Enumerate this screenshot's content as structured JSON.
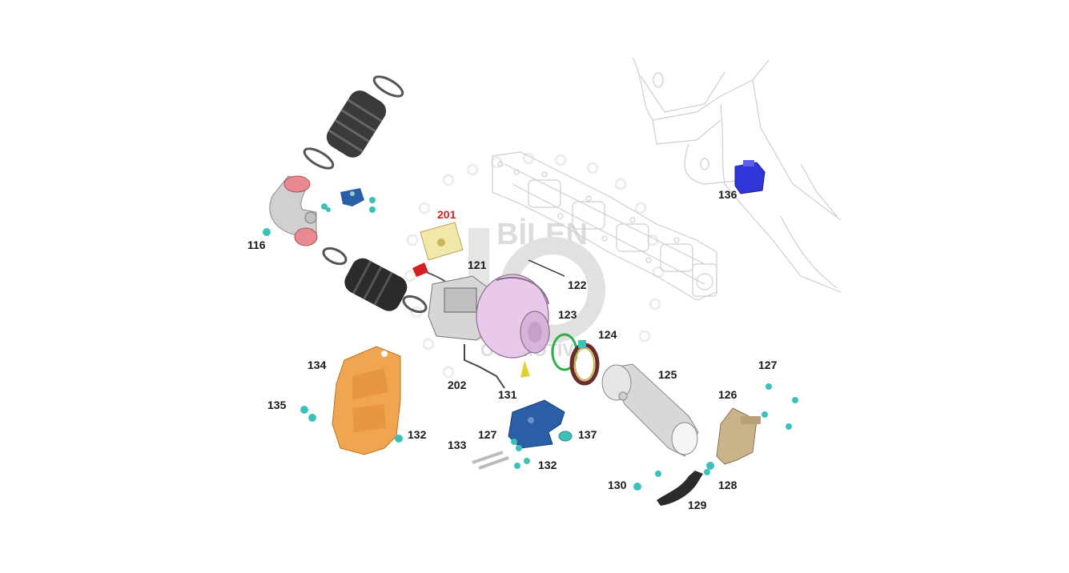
{
  "diagram": {
    "watermark": {
      "brand": "BİLEN",
      "sub": "OTOMOTİV",
      "pattern": "bo"
    },
    "callouts": {
      "c116": "116",
      "c121": "121",
      "c122": "122",
      "c123": "123",
      "c124": "124",
      "c125": "125",
      "c126": "126",
      "c127a": "127",
      "c127b": "127",
      "c128": "128",
      "c129": "129",
      "c130": "130",
      "c131": "131",
      "c132a": "132",
      "c132b": "132",
      "c133": "133",
      "c134": "134",
      "c135": "135",
      "c136": "136",
      "c137": "137",
      "c201": "201",
      "c202": "202"
    },
    "colors": {
      "turbo_housing": "#e9c9ea",
      "heat_shield": "#f0a650",
      "bracket_blue": "#2a5fa8",
      "module_blue": "#2f35d6",
      "bracket_tan": "#c9b38a",
      "hose_dark": "#2b2b2b",
      "seal_green": "#2fae4a",
      "label_red": "#d42020",
      "pipe_grey": "#d8d8d8",
      "bolt_teal": "#3cc0b8"
    }
  }
}
